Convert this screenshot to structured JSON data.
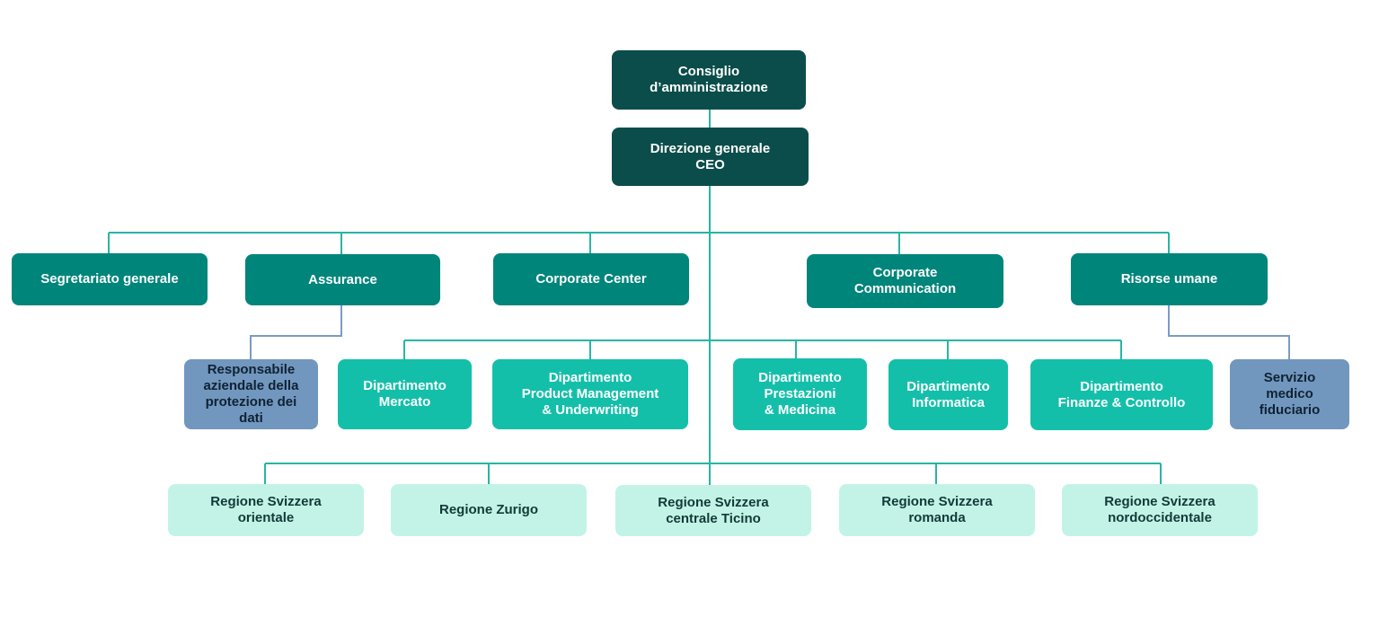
{
  "colors": {
    "board": "#0b4d4a",
    "staff": "#00857b",
    "department": "#14bfaa",
    "staff_support": "#7297bf",
    "region": "#c3f3e7",
    "connector_teal": "#27b5a5",
    "connector_blue": "#7a9cc2"
  },
  "org": {
    "board": "Consiglio\nd’amministrazione",
    "ceo": "Direzione generale\nCEO",
    "staff": {
      "segretariato": "Segretariato generale",
      "assurance": "Assurance",
      "corporate_center": "Corporate Center",
      "corporate_communication": "Corporate\nCommunication",
      "risorse_umane": "Risorse umane"
    },
    "support": {
      "data_protection": "Responsabile\naziendale della\nprotezione dei\ndati",
      "medical_service": "Servizio\nmedico\nfiduciario"
    },
    "departments": {
      "mercato": "Dipartimento\nMercato",
      "product": "Dipartimento\nProduct Management\n& Underwriting",
      "prestazioni": "Dipartimento\nPrestazioni\n& Medicina",
      "informatica": "Dipartimento\nInformatica",
      "finanze": "Dipartimento\nFinanze & Controllo"
    },
    "regions": {
      "orientale": "Regione Svizzera\norientale",
      "zurigo": "Regione Zurigo",
      "ticino": "Regione Svizzera\ncentrale Ticino",
      "romanda": "Regione Svizzera\nromanda",
      "nordoccidentale": "Regione Svizzera\nnordoccidentale"
    }
  }
}
